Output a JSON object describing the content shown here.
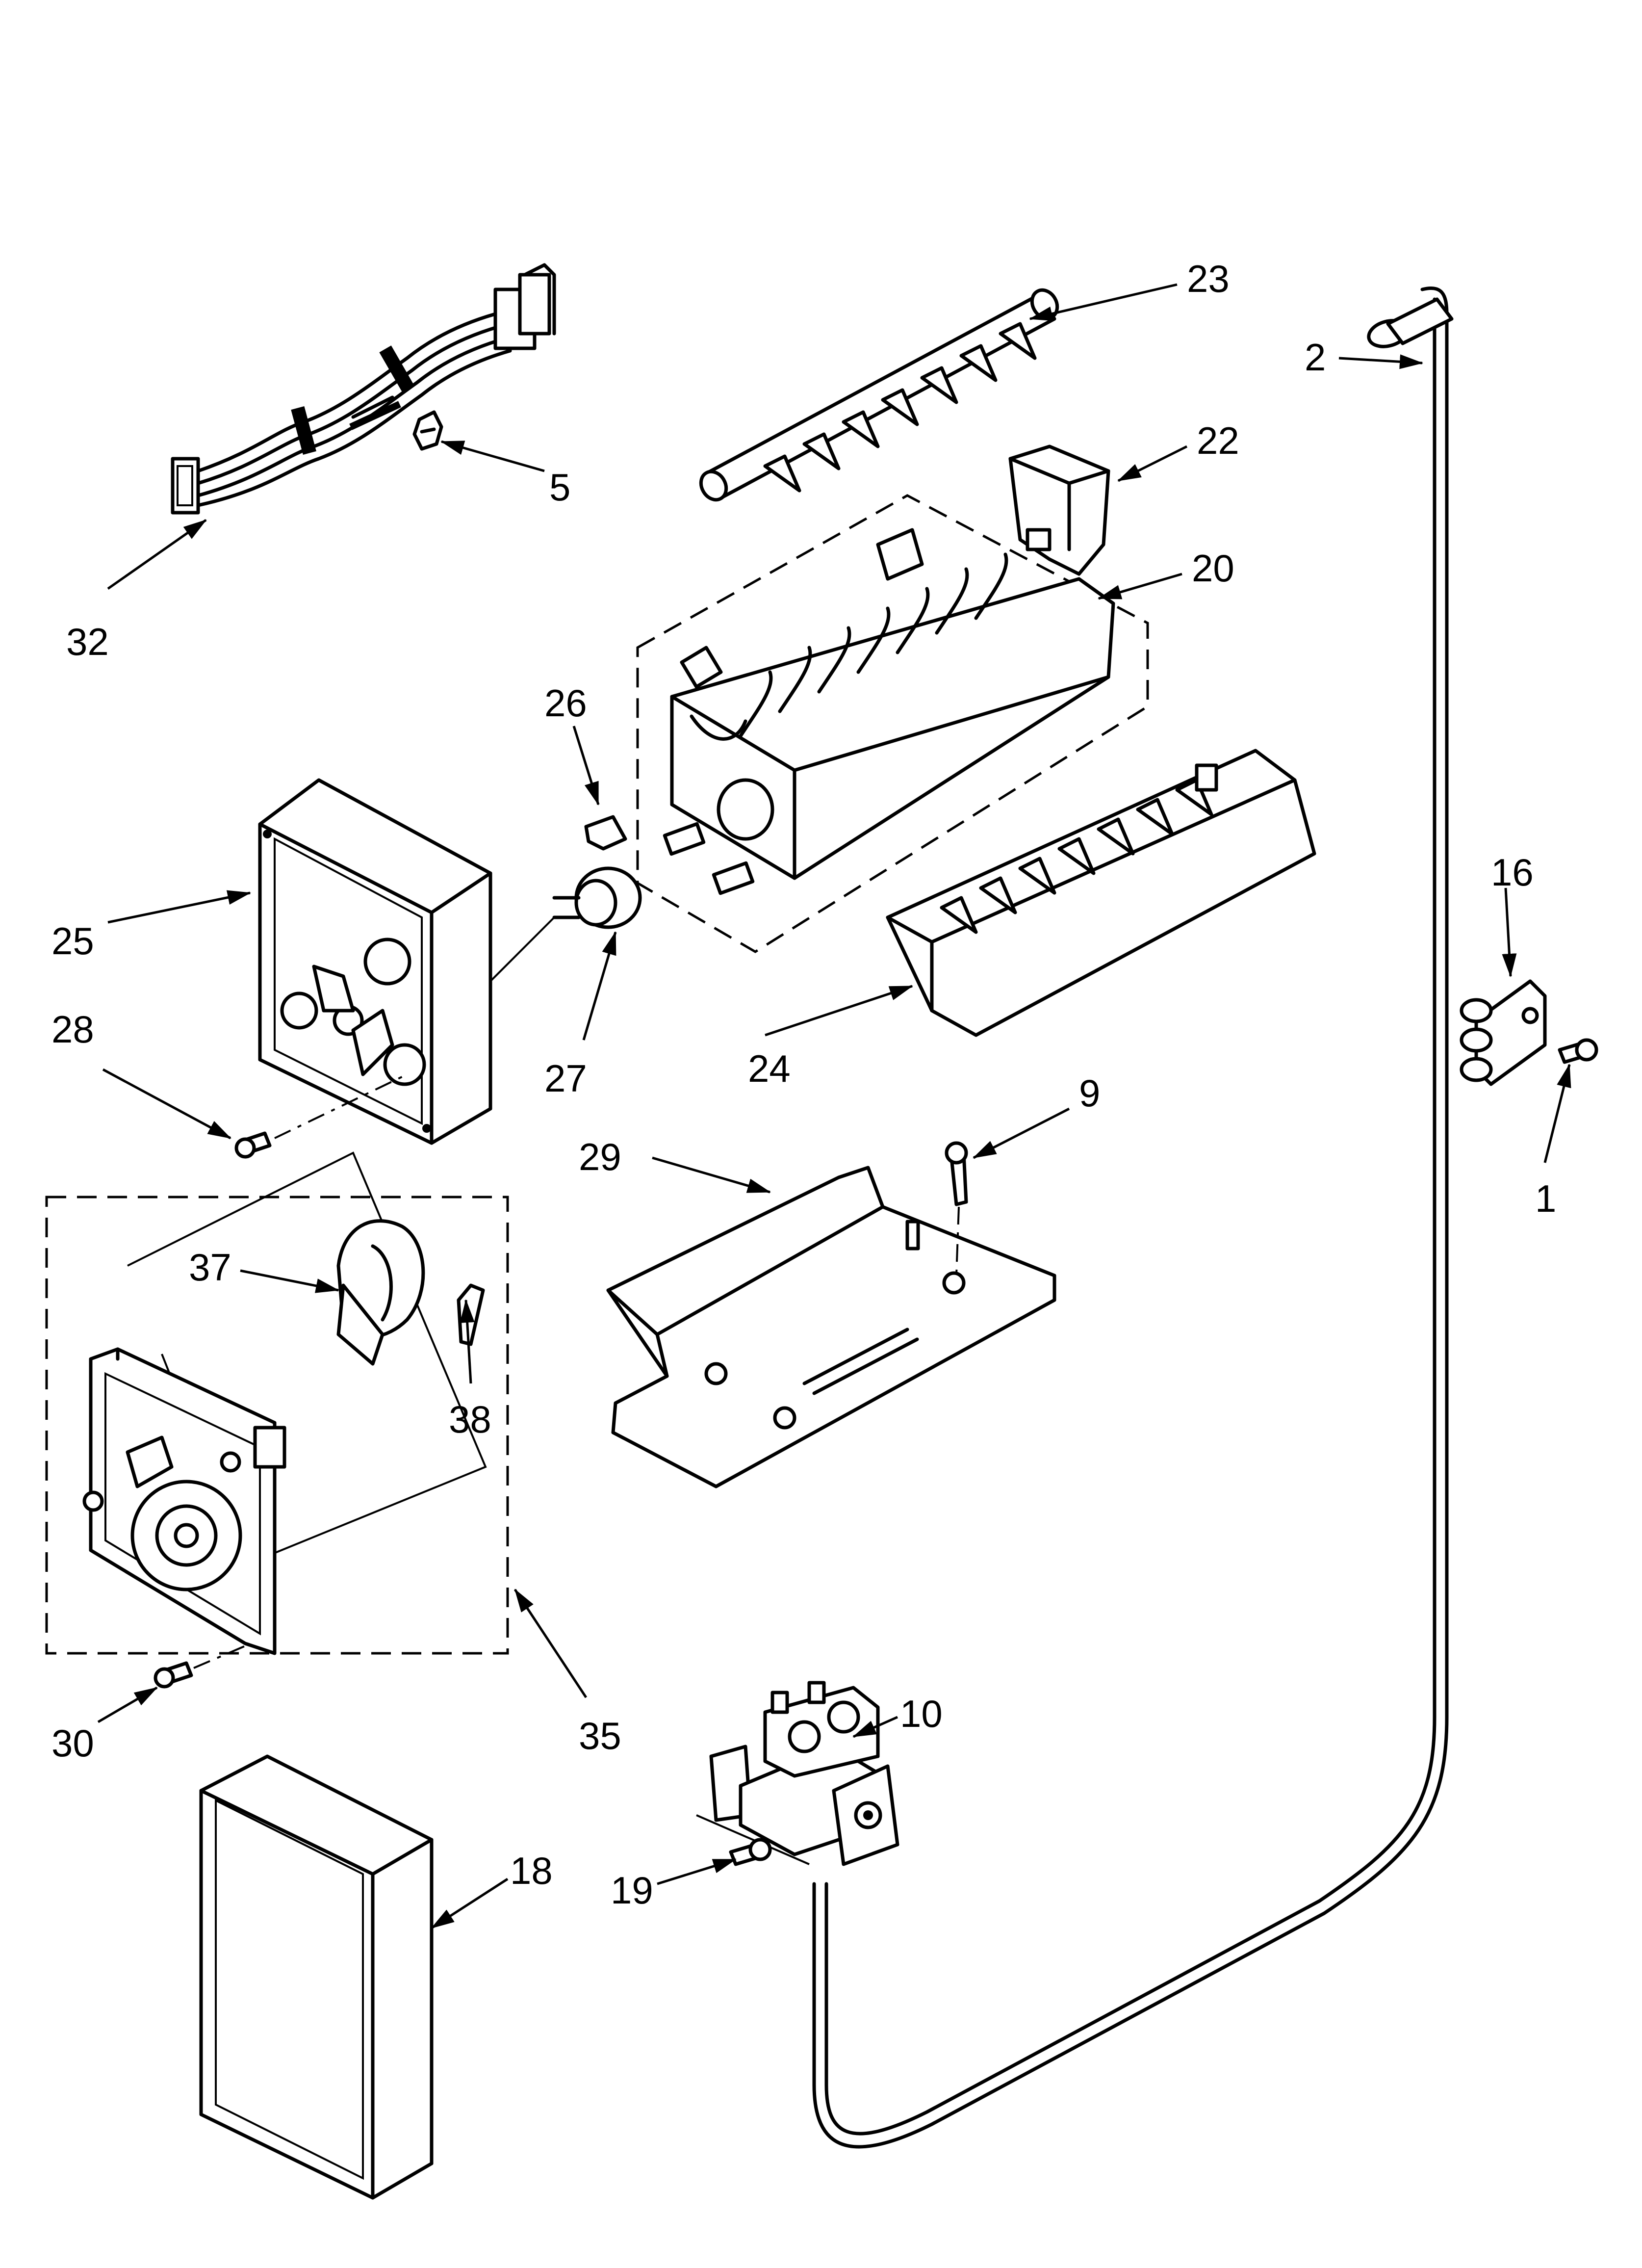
{
  "diagram": {
    "callouts": {
      "c1": "1",
      "c2": "2",
      "c5": "5",
      "c9": "9",
      "c10": "10",
      "c16": "16",
      "c18": "18",
      "c19": "19",
      "c20": "20",
      "c22": "22",
      "c23": "23",
      "c24": "24",
      "c25": "25",
      "c26": "26",
      "c27": "27",
      "c28": "28",
      "c29": "29",
      "c30": "30",
      "c32": "32",
      "c35": "35",
      "c37": "37",
      "c38": "38"
    },
    "colors": {
      "line": "#000000",
      "background": "#ffffff"
    }
  }
}
